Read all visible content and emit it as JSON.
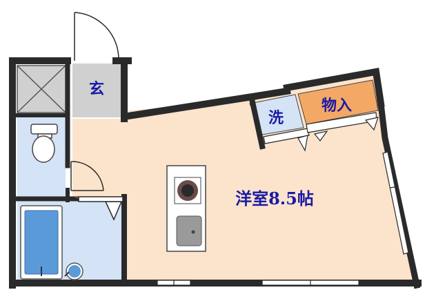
{
  "floorplan": {
    "rooms": {
      "entrance": "玄",
      "laundry": "洗",
      "storage": "物入",
      "western_room": "洋室8.5帖"
    },
    "fixtures": [
      "closet-x-icon",
      "toilet-icon",
      "bathtub-icon",
      "washbasin-icon",
      "stove-icon",
      "sink-icon",
      "door-swing-icon",
      "window-icon"
    ]
  },
  "colors": {
    "wall": "#2a2a2a",
    "room_floor": "#fbe3cc",
    "wet_area": "#d4e3f5",
    "entrance": "#d0d0d0",
    "storage": "#f4a865",
    "label": "#1a1aa6"
  }
}
